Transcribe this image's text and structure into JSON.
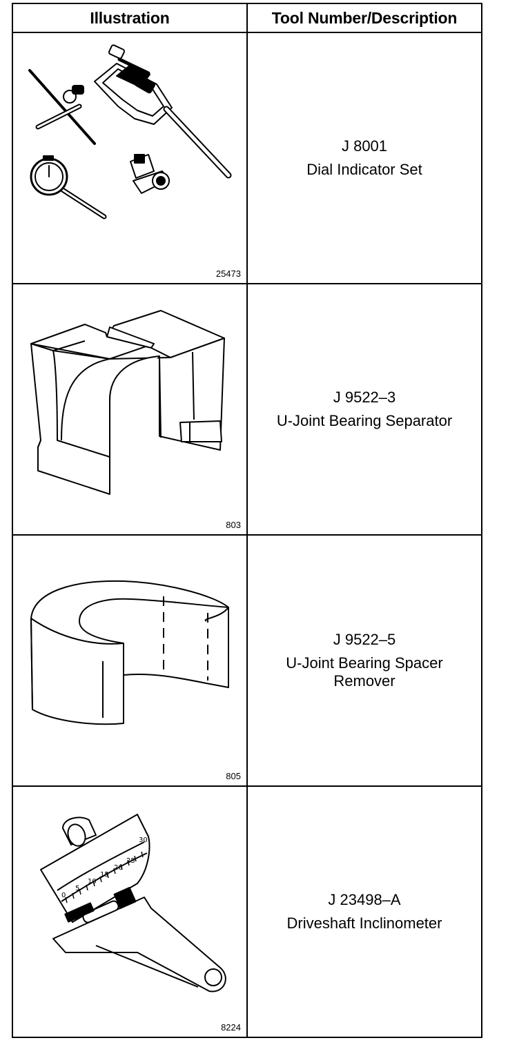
{
  "table": {
    "headers": {
      "illustration": "Illustration",
      "tool": "Tool Number/Description"
    },
    "rows": [
      {
        "illustration_code": "25473",
        "tool_number": "J 8001",
        "description": "Dial Indicator Set",
        "illustration_icon": "dial-indicator-set-icon"
      },
      {
        "illustration_code": "803",
        "tool_number": "J 9522–3",
        "description": "U-Joint Bearing Separator",
        "illustration_icon": "bearing-separator-icon"
      },
      {
        "illustration_code": "805",
        "tool_number": "J 9522–5",
        "description": "U-Joint Bearing Spacer\nRemover",
        "illustration_icon": "bearing-spacer-remover-icon"
      },
      {
        "illustration_code": "8224",
        "tool_number": "J 23498–A",
        "description": "Driveshaft Inclinometer",
        "illustration_icon": "inclinometer-icon"
      }
    ],
    "inclinometer_scale_labels": [
      "0",
      "5",
      "10",
      "15",
      "20",
      "25",
      "30"
    ]
  }
}
